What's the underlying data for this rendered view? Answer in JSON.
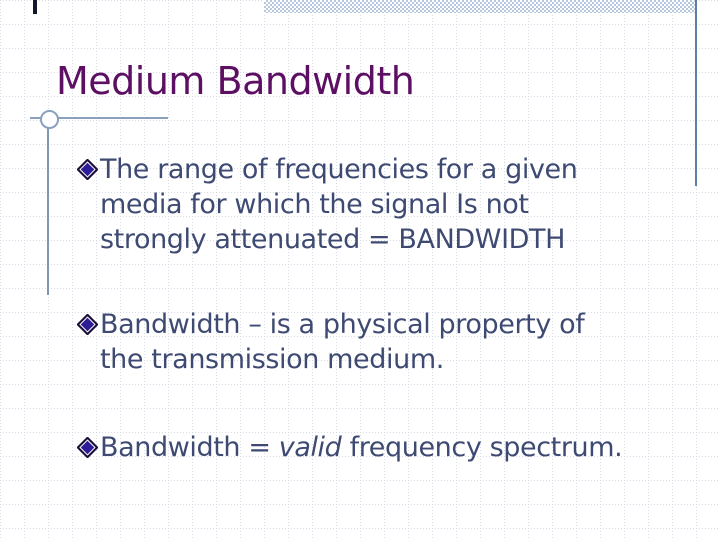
{
  "slide": {
    "title": "Medium Bandwidth",
    "bullets": [
      {
        "lines": [
          "The range of frequencies for a given",
          "media for which the signal Is not",
          "strongly attenuated = BANDWIDTH"
        ]
      },
      {
        "lines": [
          "Bandwidth – is a physical property of",
          "the transmission medium."
        ]
      },
      {
        "pre": "Bandwidth = ",
        "italic": "valid",
        "post": " frequency spectrum."
      }
    ],
    "colors": {
      "title_text": "#5d0f63",
      "body_text": "#3e4a72",
      "bullet_fill": "#2e1c96",
      "bullet_outline": "#1c1038",
      "ornament_line": "#8aa0bf",
      "right_accent_line": "#5d7fa3",
      "checker_band": "#b7c7e0",
      "grid_line": "#c9cfdd",
      "top_tick": "#14162b"
    }
  }
}
